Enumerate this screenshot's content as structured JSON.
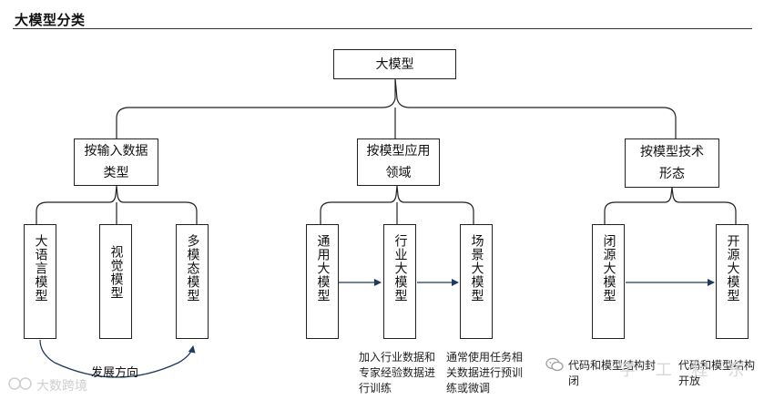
{
  "title": "大模型分类",
  "root": "大模型",
  "categories": {
    "input": "按输入数据类型",
    "domain": "按模型应用领域",
    "form": "按模型技术形态"
  },
  "leaves": {
    "llm": "大语言模型",
    "vision": "视觉模型",
    "multimodal": "多模态模型",
    "general": "通用大模型",
    "industry": "行业大模型",
    "scenario": "场景大模型",
    "closed": "闭源大模型",
    "open": "开源大模型"
  },
  "curve_label": "发展方向",
  "notes": {
    "industry": "加入行业数据和专家经验数据进行训练",
    "scenario": "通常使用任务相关数据进行预训练或微调",
    "closed": "代码和模型结构封闭",
    "open": "代码和模型结构开放"
  },
  "watermarks": {
    "corner": "大数跨境",
    "center": "字 工 程 东"
  }
}
